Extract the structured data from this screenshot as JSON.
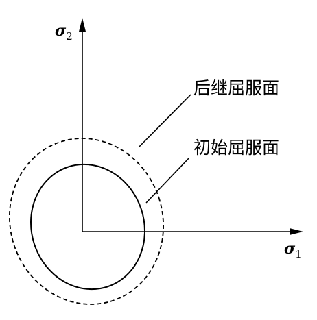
{
  "axes": {
    "y": {
      "symbol": "σ",
      "subscript": "2"
    },
    "x": {
      "symbol": "σ",
      "subscript": "1"
    }
  },
  "labels": {
    "subsequent_yield_surface": "后继屈服面",
    "initial_yield_surface": "初始屈服面"
  },
  "colors": {
    "ink": "#000000",
    "background": "#ffffff"
  }
}
